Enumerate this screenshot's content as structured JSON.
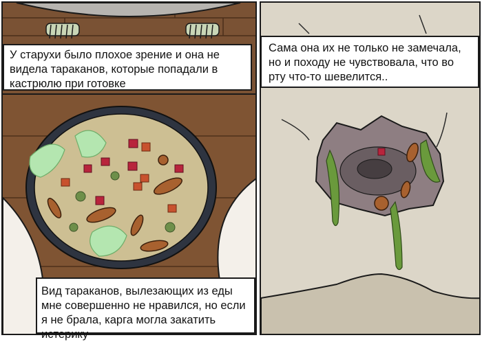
{
  "panels": {
    "panel1": {
      "caption": "У старухи было плохое зрение и она не видела тараканов, которые попадали в кастрюлю при готовке"
    },
    "panel2": {
      "caption": "Вид тараканов, вылезающих из еды мне совершенно не нравился, но если я не брала, карга могла закатить истерику"
    },
    "panel3": {
      "caption": "Сама она их не только не замечала, но и походу не чувствовала, что во рту что-то шевелится.."
    }
  },
  "colors": {
    "wood": "#7a5234",
    "soup": "#cdbf93",
    "mold": "#b4e6b0",
    "cockroach": "#a8612f",
    "beet": "#b8243c",
    "carrot": "#c8522e",
    "pea": "#6e8f4a",
    "mouth": "#8e7e82",
    "slime": "#6a9a3c",
    "skin": "#dcd6c8"
  }
}
